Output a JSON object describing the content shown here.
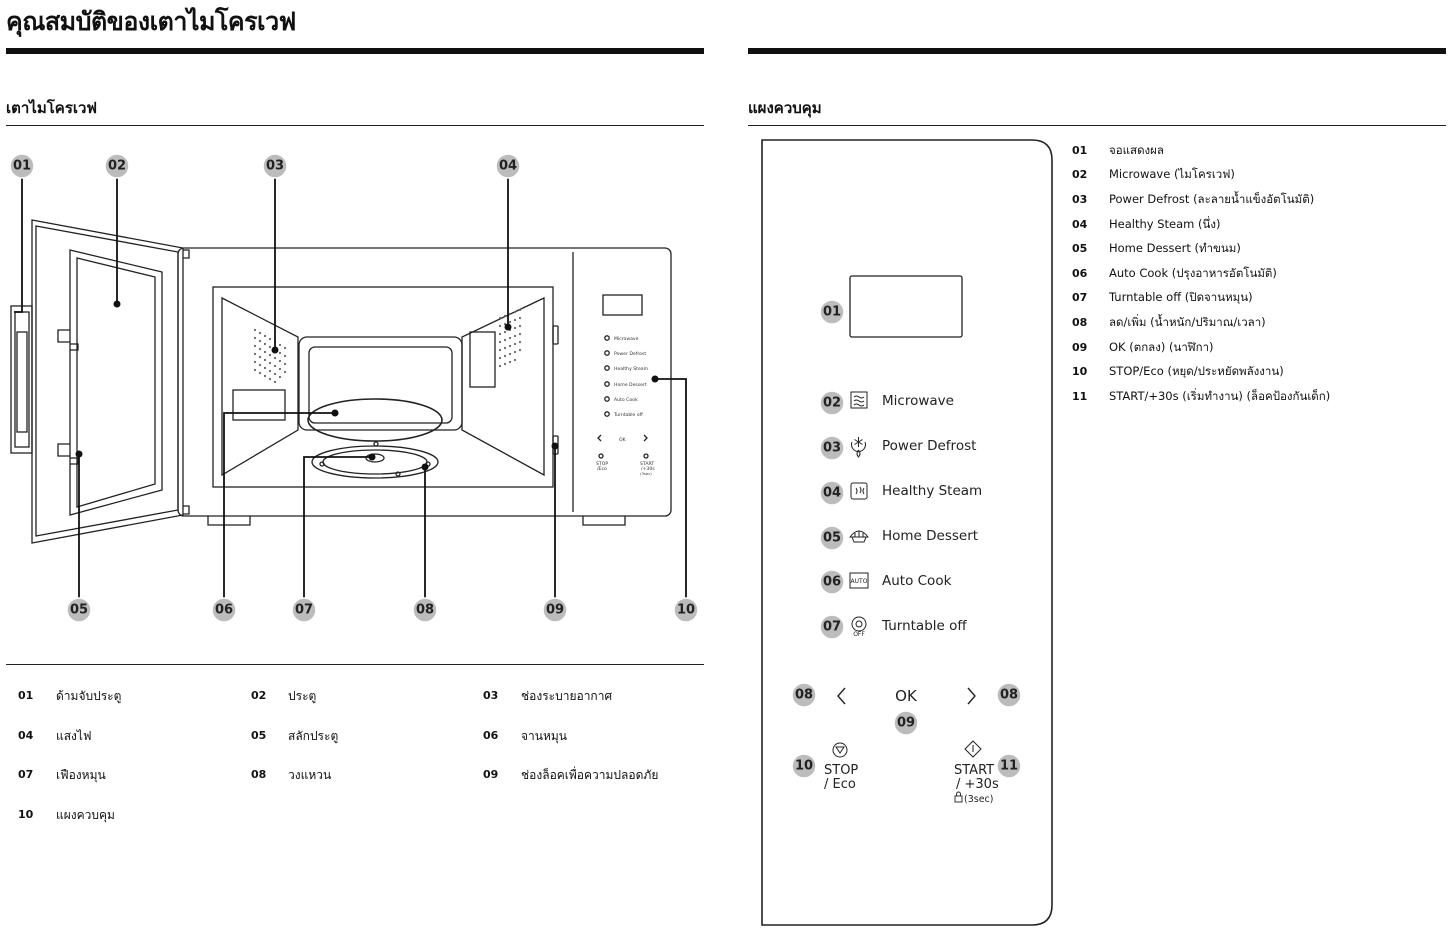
{
  "page_title": "คุณสมบัติของเตาไมโครเวฟ",
  "left_section": {
    "heading": "เตาไมโครเวฟ",
    "callouts": [
      "01",
      "02",
      "03",
      "04",
      "05",
      "06",
      "07",
      "08",
      "09",
      "10"
    ],
    "panel_mini": {
      "items": [
        "Microwave",
        "Power Defrost",
        "Healthy Steam",
        "Home Dessert",
        "Auto Cook",
        "Turntable off"
      ],
      "ok": "OK",
      "stop": "STOP",
      "eco": "/Eco",
      "start": "START",
      "plus30": "/+30s",
      "lock": "(3sec)"
    },
    "legend": [
      {
        "num": "01",
        "text": "ด้ามจับประตู"
      },
      {
        "num": "02",
        "text": "ประตู"
      },
      {
        "num": "03",
        "text": "ช่องระบายอากาศ"
      },
      {
        "num": "04",
        "text": "แสงไฟ"
      },
      {
        "num": "05",
        "text": "สลักประตู"
      },
      {
        "num": "06",
        "text": "จานหมุน"
      },
      {
        "num": "07",
        "text": "เฟืองหมุน"
      },
      {
        "num": "08",
        "text": "วงแหวน"
      },
      {
        "num": "09",
        "text": "ช่องล็อคเพื่อความปลอดภัย"
      },
      {
        "num": "10",
        "text": "แผงควบคุม"
      }
    ]
  },
  "right_section": {
    "heading": "แผงควบคุม",
    "panel": {
      "display_badge": "01",
      "buttons": [
        {
          "num": "02",
          "label": "Microwave",
          "icon": "microwave-waves-icon"
        },
        {
          "num": "03",
          "label": "Power Defrost",
          "icon": "defrost-icon"
        },
        {
          "num": "04",
          "label": "Healthy Steam",
          "icon": "steam-icon"
        },
        {
          "num": "05",
          "label": "Home Dessert",
          "icon": "dessert-icon"
        },
        {
          "num": "06",
          "label": "Auto Cook",
          "icon": "auto-cook-icon"
        },
        {
          "num": "07",
          "label": "Turntable off",
          "icon": "turntable-off-icon"
        }
      ],
      "auto_icon_text": "AUTO",
      "off_icon_text": "OFF",
      "left_arrow_badge": "08",
      "right_arrow_badge": "08",
      "ok_label": "OK",
      "ok_badge": "09",
      "stop_badge": "10",
      "stop_label": "STOP",
      "eco_label": "/ Eco",
      "start_badge": "11",
      "start_label": "START",
      "plus30_label": "/ +30s",
      "lock_label": "(3sec)"
    },
    "list": [
      {
        "num": "01",
        "text": "จอแสดงผล"
      },
      {
        "num": "02",
        "text": "Microwave (ไมโครเวฟ)"
      },
      {
        "num": "03",
        "text": "Power Defrost (ละลายน้ำแข็งอัตโนมัติ)"
      },
      {
        "num": "04",
        "text": "Healthy Steam (นึ่ง)"
      },
      {
        "num": "05",
        "text": "Home Dessert (ทำขนม)"
      },
      {
        "num": "06",
        "text": "Auto Cook (ปรุงอาหารอัตโนมัติ)"
      },
      {
        "num": "07",
        "text": "Turntable off (ปิดจานหมุน)"
      },
      {
        "num": "08",
        "text": "ลด/เพิ่ม (น้ำหนัก/ปริมาณ/เวลา)"
      },
      {
        "num": "09",
        "text": "OK (ตกลง) (นาฬิกา)"
      },
      {
        "num": "10",
        "text": "STOP/Eco (หยุด/ประหยัดพลังงาน)"
      },
      {
        "num": "11",
        "text": "START/+30s (เริ่มทำงาน) (ล็อคป้องกันเด็ก)"
      }
    ]
  }
}
